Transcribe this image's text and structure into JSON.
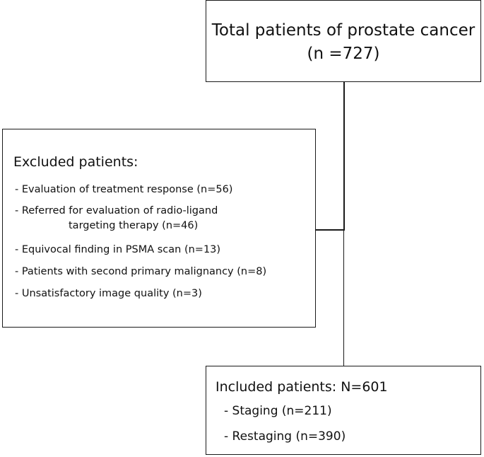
{
  "total": {
    "title": "Total patients of prostate cancer",
    "count": "(n =727)"
  },
  "excluded": {
    "heading": "Excluded patients:",
    "items": [
      "- Evaluation of treatment response (n=56)",
      "- Referred for evaluation of radio-ligand",
      "targeting therapy (n=46)",
      "- Equivocal finding in PSMA scan (n=13)",
      "- Patients with second primary malignancy (n=8)",
      "- Unsatisfactory image quality (n=3)"
    ]
  },
  "included": {
    "heading": "Included patients: N=601",
    "items": [
      "- Staging (n=211)",
      "- Restaging (n=390)"
    ]
  }
}
